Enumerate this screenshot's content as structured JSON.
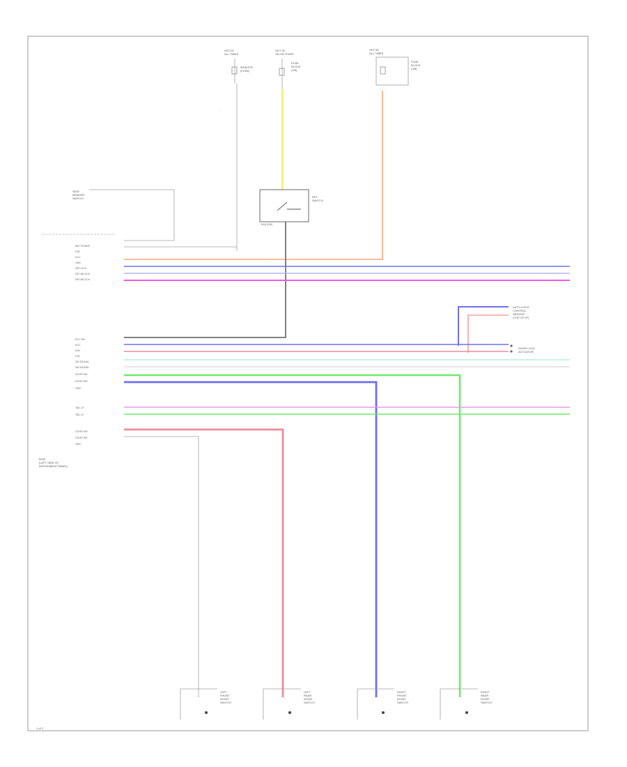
{
  "wire_colors": {
    "yellow": "#f3f359",
    "orange": "#f6b489",
    "pink": "#ec8b9c",
    "blue": "#6e6ef2",
    "lavender": "#b3b3f2",
    "magenta": "#ec58ec",
    "green": "#6ee86e",
    "gray": "#808080",
    "mint": "#b9eed9",
    "salmon": "#f4a0a0",
    "light": "#d8d8d8",
    "violet": "#e39be6"
  },
  "labels": {
    "fuse_a": [
      "HOT AT",
      "ALL TIMES"
    ],
    "fuse_a_box": [
      "IPDM E/R",
      "(FUSE)"
    ],
    "fuse_b": [
      "HOT IN",
      "ON OR START"
    ],
    "fuse_b_box": [
      "FUSE",
      "BLOCK",
      "(J/B)"
    ],
    "fuse_c": [
      "HOT AT",
      "ALL TIMES"
    ],
    "fuse_c_box": [
      "FUSE",
      "BLOCK",
      "(J/B)"
    ],
    "left_module": [
      "SEAT",
      "MEMORY",
      "SWITCH"
    ],
    "center_box": [
      "KEY",
      "SWITCH"
    ],
    "center_box_tag": "M18 (SW)",
    "bcm_note": [
      "BCM",
      "(LEFT SIDE OF",
      "INSTRUMENT PANEL)"
    ],
    "right_top_box": [
      "AUTO LIGHT",
      "CONTROL",
      "SENSOR",
      "(TOP OF I/P)"
    ],
    "right_mid_box": [
      "DOOR LOCK",
      "ACTUATOR"
    ],
    "bcm_pins_top": [
      "BAT POWER",
      "IGN",
      "ACC",
      "GND",
      "DR LOCK",
      "DR UNLOCK",
      "DR UNLOCK"
    ],
    "bcm_pins_mid": [
      "KEY SW",
      "ACC",
      "IGN",
      "IGN",
      "SW SIGNAL",
      "SW SIGNAL",
      "DOOR SW",
      "DOOR SW",
      "GND"
    ],
    "bcm_pins_low": [
      "TAIL LP",
      "TAIL LP"
    ],
    "bcm_pins_bottom": [
      "DOOR SW",
      "DOOR SW",
      "GND"
    ],
    "bottom_switches": [
      [
        "LEFT",
        "FRONT",
        "DOOR",
        "SWITCH"
      ],
      [
        "LEFT",
        "REAR",
        "DOOR",
        "SWITCH"
      ],
      [
        "RIGHT",
        "FRONT",
        "DOOR",
        "SWITCH"
      ],
      [
        "RIGHT",
        "REAR",
        "DOOR",
        "SWITCH"
      ]
    ],
    "footer": "1 of 2"
  }
}
